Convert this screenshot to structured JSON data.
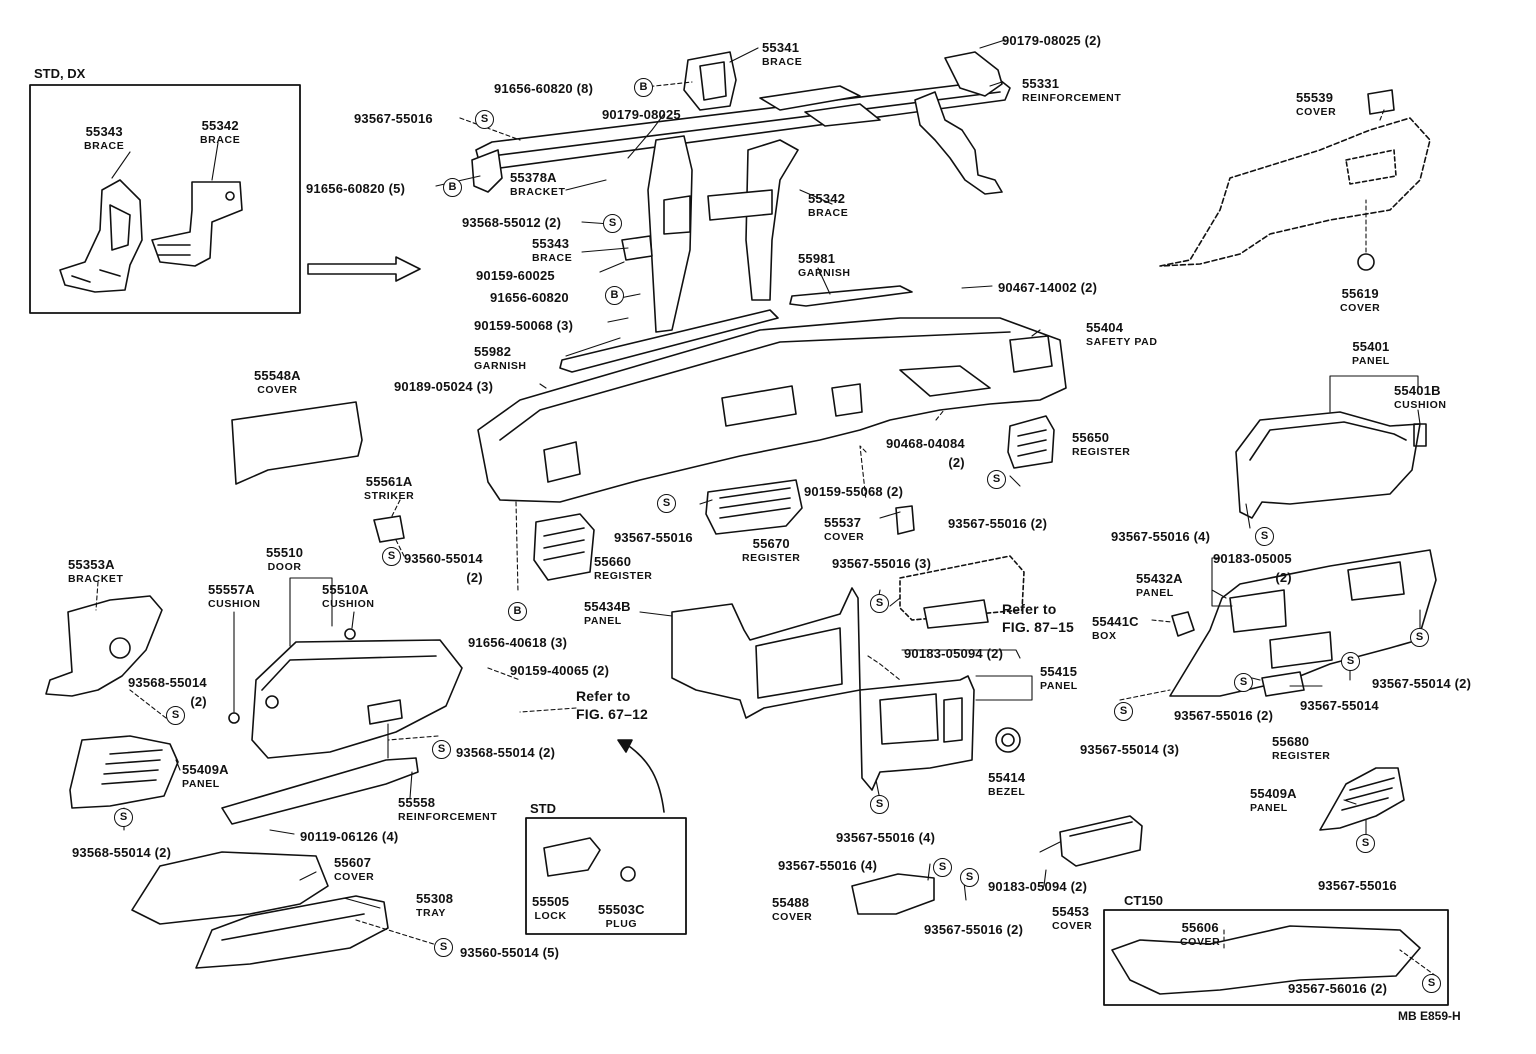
{
  "frames": {
    "std_dx": "STD, DX",
    "std": "STD",
    "ct150": "CT150"
  },
  "symbols": {
    "s": "S",
    "b": "B"
  },
  "callouts": {
    "p55343_inset": {
      "num": "55343",
      "desc": "BRACE"
    },
    "p55342_inset": {
      "num": "55342",
      "desc": "BRACE"
    },
    "p55341": {
      "num": "55341",
      "desc": "BRACE"
    },
    "p90179_top": {
      "num": "90179-08025 (2)"
    },
    "p55331": {
      "num": "55331",
      "desc": "REINFORCEMENT"
    },
    "p91656_8": {
      "num": "91656-60820 (8)"
    },
    "p93567_top": {
      "num": "93567-55016"
    },
    "p90179_mid": {
      "num": "90179-08025"
    },
    "p55378a": {
      "num": "55378A",
      "desc": "BRACKET"
    },
    "p91656_5": {
      "num": "91656-60820 (5)"
    },
    "p55342": {
      "num": "55342",
      "desc": "BRACE"
    },
    "p93568_12": {
      "num": "93568-55012 (2)"
    },
    "p55343": {
      "num": "55343",
      "desc": "BRACE"
    },
    "p90159_25": {
      "num": "90159-60025"
    },
    "p91656_mid": {
      "num": "91656-60820"
    },
    "p55981": {
      "num": "55981",
      "desc": "GARNISH"
    },
    "p90467": {
      "num": "90467-14002 (2)"
    },
    "p90159_68": {
      "num": "90159-50068 (3)"
    },
    "p55404": {
      "num": "55404",
      "desc": "SAFETY PAD"
    },
    "p55982": {
      "num": "55982",
      "desc": "GARNISH"
    },
    "p90189": {
      "num": "90189-05024 (3)"
    },
    "p55548a": {
      "num": "55548A",
      "desc": "COVER"
    },
    "p90468": {
      "num": "90468-04084",
      "qty": "(2)"
    },
    "p55650": {
      "num": "55650",
      "desc": "REGISTER"
    },
    "p90159_55068": {
      "num": "90159-55068 (2)"
    },
    "p93567_right": {
      "num": "93567-55016 (2)"
    },
    "p55561a": {
      "num": "55561A",
      "desc": "STRIKER"
    },
    "p93567_reg": {
      "num": "93567-55016"
    },
    "p55670": {
      "num": "55670",
      "desc": "REGISTER"
    },
    "p55537": {
      "num": "55537",
      "desc": "COVER"
    },
    "p93560_014": {
      "num": "93560-55014",
      "qty": "(2)"
    },
    "p55660": {
      "num": "55660",
      "desc": "REGISTER"
    },
    "p55539": {
      "num": "55539",
      "desc": "COVER"
    },
    "p55619": {
      "num": "55619",
      "desc": "COVER"
    },
    "p55401": {
      "num": "55401",
      "desc": "PANEL"
    },
    "p55401b": {
      "num": "55401B",
      "desc": "CUSHION"
    },
    "p93567_4": {
      "num": "93567-55016 (4)"
    },
    "p90183_005": {
      "num": "90183-05005",
      "qty": "(2)"
    },
    "p55432a": {
      "num": "55432A",
      "desc": "PANEL"
    },
    "p55441c": {
      "num": "55441C",
      "desc": "BOX"
    },
    "p93567_014_2": {
      "num": "93567-55014 (2)"
    },
    "p93567_016_2b": {
      "num": "93567-55016 (2)"
    },
    "p93567_014": {
      "num": "93567-55014"
    },
    "p93567_014_3": {
      "num": "93567-55014 (3)"
    },
    "p55680": {
      "num": "55680",
      "desc": "REGISTER"
    },
    "p55353a": {
      "num": "55353A",
      "desc": "BRACKET"
    },
    "p55510": {
      "num": "55510",
      "desc": "DOOR"
    },
    "p55557a": {
      "num": "55557A",
      "desc": "CUSHION"
    },
    "p55510a": {
      "num": "55510A",
      "desc": "CUSHION"
    },
    "p91656_40618": {
      "num": "91656-40618 (3)"
    },
    "p55434b": {
      "num": "55434B",
      "desc": "PANEL"
    },
    "p93567_3": {
      "num": "93567-55016 (3)"
    },
    "p_refer87": {
      "num": "Refer to",
      "desc": "FIG. 87–15"
    },
    "p90183_094": {
      "num": "90183-05094 (2)"
    },
    "p55415": {
      "num": "55415",
      "desc": "PANEL"
    },
    "p90159_40065": {
      "num": "90159-40065 (2)"
    },
    "p_refer67": {
      "num": "Refer to",
      "desc": "FIG. 67–12"
    },
    "p93568_014": {
      "num": "93568-55014",
      "qty": "(2)"
    },
    "p93568_014_mid": {
      "num": "93568-55014 (2)"
    },
    "p55409a_l": {
      "num": "55409A",
      "desc": "PANEL"
    },
    "p55409a_r": {
      "num": "55409A",
      "desc": "PANEL"
    },
    "p55414": {
      "num": "55414",
      "desc": "BEZEL"
    },
    "p55558": {
      "num": "55558",
      "desc": "REINFORCEMENT"
    },
    "p93568_014_bl": {
      "num": "93568-55014 (2)"
    },
    "p90119": {
      "num": "90119-06126 (4)"
    },
    "p55607": {
      "num": "55607",
      "desc": "COVER"
    },
    "p55308": {
      "num": "55308",
      "desc": "TRAY"
    },
    "p93560_5": {
      "num": "93560-55014 (5)"
    },
    "p55505": {
      "num": "55505",
      "desc": "LOCK"
    },
    "p55503c": {
      "num": "55503C",
      "desc": "PLUG"
    },
    "p93567_016_4b": {
      "num": "93567-55016 (4)"
    },
    "p93567_016_4c": {
      "num": "93567-55016 (4)"
    },
    "p55488": {
      "num": "55488",
      "desc": "COVER"
    },
    "p93567_016_2c": {
      "num": "93567-55016 (2)"
    },
    "p90183_094b": {
      "num": "90183-05094 (2)"
    },
    "p55453": {
      "num": "55453",
      "desc": "COVER"
    },
    "p93567_016_r": {
      "num": "93567-55016"
    },
    "p55606": {
      "num": "55606",
      "desc": "COVER"
    },
    "p93567_56016": {
      "num": "93567-56016 (2)"
    }
  },
  "figure_code": "MB E859-H"
}
